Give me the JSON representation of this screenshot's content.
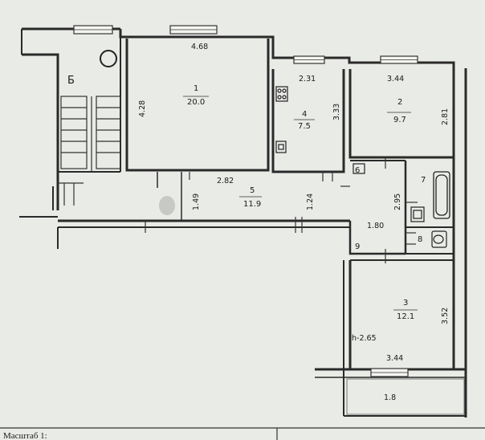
{
  "plan": {
    "stair_label": "Б",
    "rooms": [
      {
        "number": "1",
        "area": "20.0"
      },
      {
        "number": "2",
        "area": "9.7"
      },
      {
        "number": "3",
        "area": "12.1"
      },
      {
        "number": "4",
        "area": "7.5"
      },
      {
        "number": "5",
        "area": "11.9"
      },
      {
        "number": "6",
        "area": ""
      },
      {
        "number": "7",
        "area": ""
      },
      {
        "number": "8",
        "area": ""
      },
      {
        "number": "9",
        "area": ""
      }
    ],
    "dimensions": {
      "room1_width": "4.68",
      "room1_height": "4.28",
      "room1_bottom": "2.82",
      "room4_width": "2.31",
      "room4_height": "3.33",
      "room2_width": "3.44",
      "room2_height": "2.81",
      "corridor_height": "1.49",
      "corridor_right": "1.24",
      "bath_height": "2.95",
      "hall_width": "1.80",
      "room3_height": "3.52",
      "room3_width": "3.44",
      "ceiling_height": "h-2.65",
      "balcony": "1.8"
    },
    "footer": {
      "scale_label": "Масштаб 1:"
    }
  }
}
